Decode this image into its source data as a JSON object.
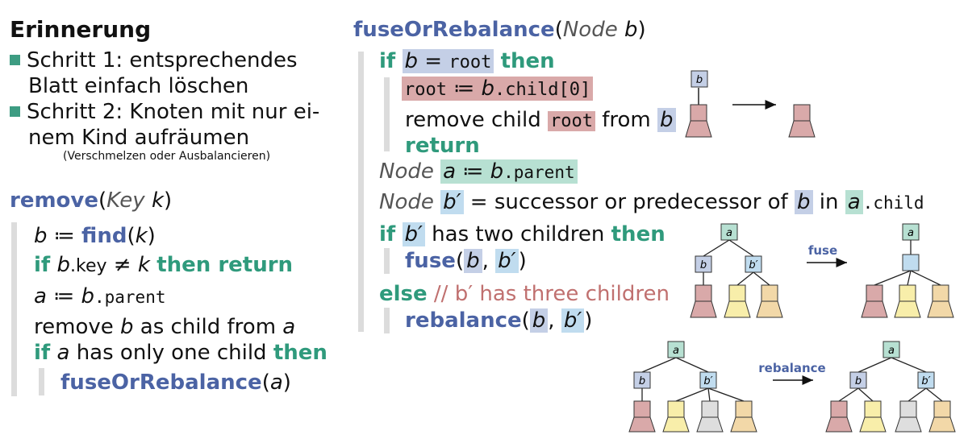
{
  "reminder": {
    "title": "Erinnerung",
    "step1_line1": "Schritt  1:  entsprechendes",
    "step1_line2": "Blatt einfach löschen",
    "step2_line1": "Schritt 2: Knoten mit nur ei-",
    "step2_line2": "nem Kind aufräumen",
    "step2_note": "(Verschmelzen oder Ausbalancieren)"
  },
  "remove": {
    "fn_name": "remove",
    "param_type": "Key",
    "param": "k",
    "l1_var": "b",
    "l1_assign": " ≔ ",
    "l1_fn": "find",
    "l1_arg": "k",
    "l2_if": "if",
    "l2_b": "b",
    "l2_key": ".key",
    "l2_neq": " ≠ ",
    "l2_k": "k",
    "l2_then": "then return",
    "l3_a": "a",
    "l3_assign": " ≔ ",
    "l3_b": "b",
    "l3_parent": ".parent",
    "l4_text1": "remove ",
    "l4_b": "b",
    "l4_text2": " as child from ",
    "l4_a": "a",
    "l5_if": "if",
    "l5_a": "a",
    "l5_text": " has only one child ",
    "l5_then": "then",
    "l6_fn": "fuseOrRebalance",
    "l6_arg": "a"
  },
  "fuse_or_rebalance": {
    "fn_name": "fuseOrRebalance",
    "param_type": "Node",
    "param": "b",
    "l1_if": "if",
    "l1_b": "b",
    "l1_eq": " = ",
    "l1_root": "root",
    "l1_then": "then",
    "l2_root": "root",
    "l2_assign": " ≔ ",
    "l2_b": "b",
    "l2_child": ".child[0]",
    "l3_text1": "remove child ",
    "l3_root": "root",
    "l3_text2": " from ",
    "l3_b": "b",
    "l4_return": "return",
    "l5_node": "Node",
    "l5_a": "a",
    "l5_assign": " ≔ ",
    "l5_b": "b",
    "l5_parent": ".parent",
    "l6_node": "Node",
    "l6_bp": "b′",
    "l6_text1": " = successor or predecessor of ",
    "l6_b": "b",
    "l6_in": " in ",
    "l6_a": "a",
    "l6_child": ".child",
    "l7_if": "if",
    "l7_bp": "b′",
    "l7_text": " has two children ",
    "l7_then": "then",
    "l8_fn": "fuse",
    "l8_b": "b",
    "l8_bp": "b′",
    "l9_else": "else",
    "l9_comment": " // b′ has three children",
    "l10_fn": "rebalance",
    "l10_b": "b",
    "l10_bp": "b′"
  },
  "diagrams": {
    "root_node_label": "b",
    "a_label": "a",
    "b_label": "b",
    "bp_label": "b′",
    "fuse_label": "fuse",
    "rebalance_label": "rebalance"
  },
  "colors": {
    "keyword": "#2f9a7c",
    "function": "#4b63a4",
    "comment": "#c0706f",
    "node_blue": "#c4cfe6",
    "node_light_blue": "#c0dcef",
    "node_green": "#b7e0d2",
    "tri_red": "#d9a9a9",
    "tri_yellow": "#f8eeaa",
    "tri_gray": "#dedede",
    "tri_orange": "#f2d8a8"
  }
}
